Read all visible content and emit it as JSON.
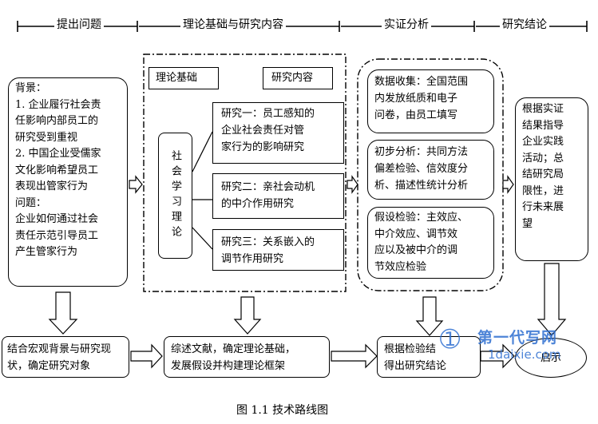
{
  "headers": {
    "h1": "提出问题",
    "h2": "理论基础与研究内容",
    "h3": "实证分析",
    "h4": "研究结论"
  },
  "background_box": {
    "lines": [
      "背景：",
      "1. 企业履行社会责",
      "任影响内部员工的",
      "研究受到重视",
      "2. 中国企业受儒家",
      "文化影响希望员工",
      "表现出管家行为",
      "问题：",
      "企业如何通过社会",
      "责任示范引导员工",
      "产生管家行为"
    ]
  },
  "theory": {
    "title": "理论基础",
    "content_title": "研究内容",
    "theory_name": "社会学习理论",
    "study1": [
      "研究一：员工感知的",
      "企业社会责任对管",
      "家行为的影响研究"
    ],
    "study2": [
      "研究二：亲社会动机",
      "的中介作用研究"
    ],
    "study3": [
      "研究三：关系嵌入的",
      "调节作用研究"
    ]
  },
  "empirical": {
    "step1": [
      "数据收集：全国范围",
      "内发放纸质和电子",
      "问卷，由员工填写"
    ],
    "step2": [
      "初步分析：共同方法",
      "偏差检验、信效度分",
      "析、描述性统计分析"
    ],
    "step3": [
      "假设检验：主效应、",
      "中介效应、调节效",
      "应以及被中介的调",
      "节效应检验"
    ]
  },
  "conclusion_box": [
    "根据实证",
    "结果指导",
    "企业实践",
    "活动；总",
    "结研究局",
    "限性，进",
    "行未来展",
    "望"
  ],
  "bottom": {
    "b1": [
      "结合宏观背景与研究现",
      "状，确定研究对象"
    ],
    "b2": [
      "综述文献，确定理论基础，",
      "发展假设并构建理论框架"
    ],
    "b3": [
      "根据检验结",
      "得出研究结论"
    ],
    "b4": "启示"
  },
  "watermark": {
    "line1": "第一代写网",
    "line2": "1daixie.com"
  },
  "caption": "图 1.1  技术路线图"
}
